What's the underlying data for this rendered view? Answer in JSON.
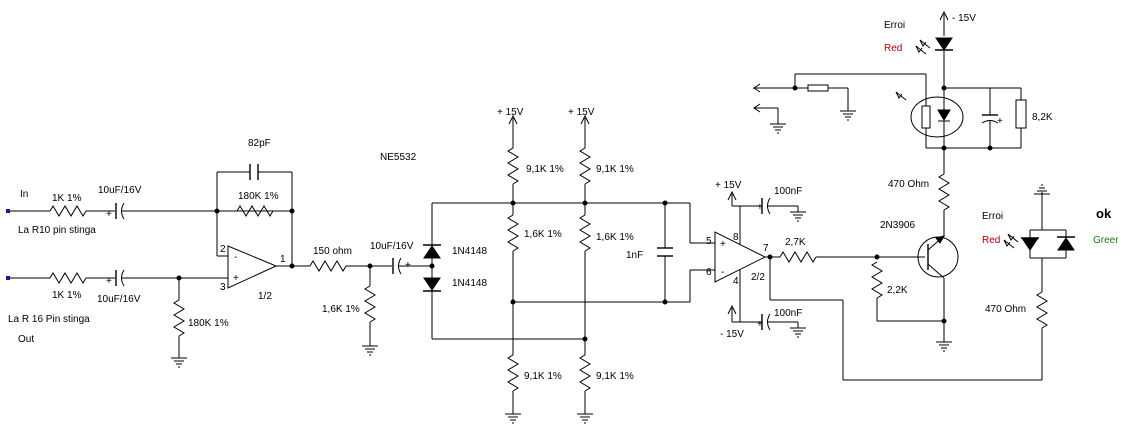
{
  "schematic": {
    "inputs": {
      "in_label": "In",
      "in_sub": "La R10 pin stinga",
      "r16_sub": "La R 16 Pin stinga",
      "out_label": "Out"
    },
    "stage1": {
      "r_in1": "1K 1%",
      "c_in1": "10uF/16V",
      "r_in2": "1K 1%",
      "c_in2": "10uF/16V",
      "c_fb": "82pF",
      "r_fb": "180K 1%",
      "r_gnd": "180K 1%",
      "pin2": "2",
      "pin3": "3",
      "pin1": "1",
      "half": "1/2",
      "chip": "NE5532",
      "minus": "-",
      "plus": "+"
    },
    "stage2": {
      "r_series": "150 ohm",
      "c_coupling": "10uF/16V",
      "r_shunt": "1,6K 1%",
      "d1": "1N4148",
      "d2": "1N4148"
    },
    "divider": {
      "vplus_a": "+ 15V",
      "vplus_b": "+ 15V",
      "r_top_a": "9,1K 1%",
      "r_top_b": "9,1K 1%",
      "r_mid_a": "1,6K 1%",
      "r_mid_b": "1,6K 1%",
      "r_bot_a": "9,1K 1%",
      "r_bot_b": "9,1K 1%",
      "c_filter": "1nF"
    },
    "stage3": {
      "vplus": "+ 15V",
      "vminus": "- 15V",
      "c_plus": "100nF",
      "c_minus": "100nF",
      "pin5": "5",
      "pin6": "6",
      "pin8": "8",
      "pin4": "4",
      "pin7": "7",
      "half": "2/2",
      "r_out": "2,7K",
      "r_bias": "2,2K"
    },
    "driver": {
      "transistor": "2N3906",
      "r_led": "470 Ohm",
      "r_led2": "470 Ohm",
      "r_opto": "8,2K",
      "vneg": "- 15V"
    },
    "leds": {
      "error_top": "Erroi",
      "red_top": "Red",
      "error_bot": "Erroi",
      "red_bot": "Red",
      "ok": "ok",
      "green": "Greer"
    },
    "colors": {
      "red": "#b00000",
      "green": "#1a7a1a",
      "wire": "#000000",
      "terminal": "#1a1a9a"
    }
  }
}
